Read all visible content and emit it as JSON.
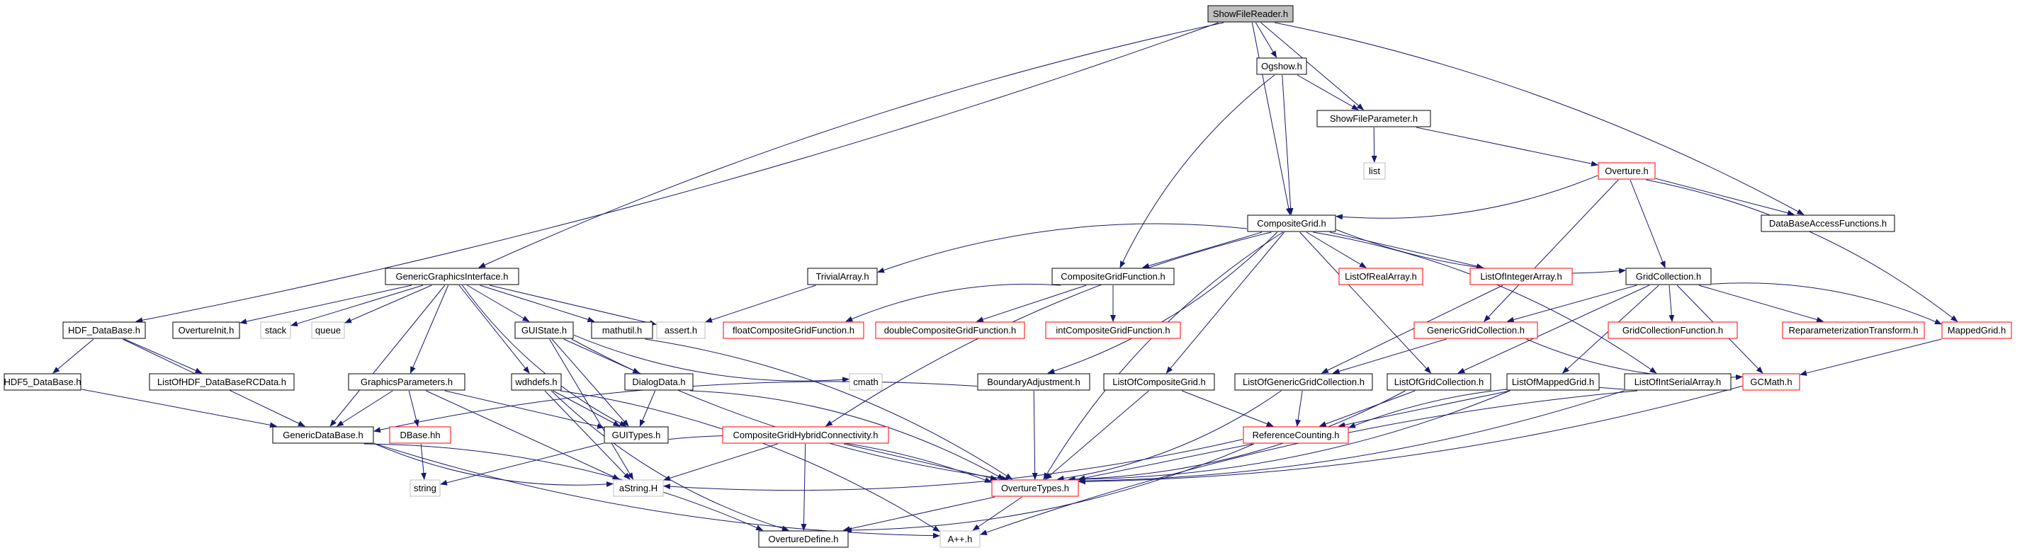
{
  "colors": {
    "edge": "#191970",
    "normal_border": "#000000",
    "incomplete_border": "#ff0000",
    "external_border": "#bfbfbf",
    "root_fill": "#bfbfbf",
    "node_fill": "#ffffff",
    "text": "#000000"
  },
  "nodes": [
    {
      "id": "showfilereader",
      "label": "ShowFileReader.h",
      "kind": "root"
    },
    {
      "id": "ogshow",
      "label": "Ogshow.h",
      "kind": "normal"
    },
    {
      "id": "showfileparameter",
      "label": "ShowFileParameter.h",
      "kind": "normal"
    },
    {
      "id": "list",
      "label": "list",
      "kind": "external"
    },
    {
      "id": "overture",
      "label": "Overture.h",
      "kind": "incomplete"
    },
    {
      "id": "dbaccess",
      "label": "DataBaseAccessFunctions.h",
      "kind": "normal"
    },
    {
      "id": "compositegrid",
      "label": "CompositeGrid.h",
      "kind": "normal"
    },
    {
      "id": "ggi",
      "label": "GenericGraphicsInterface.h",
      "kind": "normal"
    },
    {
      "id": "trivialarray",
      "label": "TrivialArray.h",
      "kind": "normal"
    },
    {
      "id": "cgfunction",
      "label": "CompositeGridFunction.h",
      "kind": "normal"
    },
    {
      "id": "listofrealarray",
      "label": "ListOfRealArray.h",
      "kind": "incomplete"
    },
    {
      "id": "listofintegerarray",
      "label": "ListOfIntegerArray.h",
      "kind": "incomplete"
    },
    {
      "id": "gridcollection",
      "label": "GridCollection.h",
      "kind": "normal"
    },
    {
      "id": "hdfdatabase",
      "label": "HDF_DataBase.h",
      "kind": "normal"
    },
    {
      "id": "overtureinit",
      "label": "OvertureInit.h",
      "kind": "normal"
    },
    {
      "id": "stack",
      "label": "stack",
      "kind": "external"
    },
    {
      "id": "queue",
      "label": "queue",
      "kind": "external"
    },
    {
      "id": "guistate",
      "label": "GUIState.h",
      "kind": "normal"
    },
    {
      "id": "mathutil",
      "label": "mathutil.h",
      "kind": "normal"
    },
    {
      "id": "assert",
      "label": "assert.h",
      "kind": "external"
    },
    {
      "id": "floatcgf",
      "label": "floatCompositeGridFunction.h",
      "kind": "incomplete"
    },
    {
      "id": "doublecgf",
      "label": "doubleCompositeGridFunction.h",
      "kind": "incomplete"
    },
    {
      "id": "intcgf",
      "label": "intCompositeGridFunction.h",
      "kind": "incomplete"
    },
    {
      "id": "genericgridcollection",
      "label": "GenericGridCollection.h",
      "kind": "incomplete"
    },
    {
      "id": "gridcollectionfunction",
      "label": "GridCollectionFunction.h",
      "kind": "incomplete"
    },
    {
      "id": "reparam",
      "label": "ReparameterizationTransform.h",
      "kind": "incomplete"
    },
    {
      "id": "mappedgrid",
      "label": "MappedGrid.h",
      "kind": "incomplete"
    },
    {
      "id": "hdf5database",
      "label": "HDF5_DataBase.h",
      "kind": "normal"
    },
    {
      "id": "listofhdf",
      "label": "ListOfHDF_DataBaseRCData.h",
      "kind": "normal"
    },
    {
      "id": "graphicsparameters",
      "label": "GraphicsParameters.h",
      "kind": "normal"
    },
    {
      "id": "wdhdefs",
      "label": "wdhdefs.h",
      "kind": "normal"
    },
    {
      "id": "dialogdata",
      "label": "DialogData.h",
      "kind": "normal"
    },
    {
      "id": "cmath",
      "label": "cmath",
      "kind": "external"
    },
    {
      "id": "boundaryadjustment",
      "label": "BoundaryAdjustment.h",
      "kind": "normal"
    },
    {
      "id": "listofcompositegrid",
      "label": "ListOfCompositeGrid.h",
      "kind": "normal"
    },
    {
      "id": "listofgenericgridcollection",
      "label": "ListOfGenericGridCollection.h",
      "kind": "normal"
    },
    {
      "id": "listofgridcollection",
      "label": "ListOfGridCollection.h",
      "kind": "normal"
    },
    {
      "id": "listofmappedgrid",
      "label": "ListOfMappedGrid.h",
      "kind": "normal"
    },
    {
      "id": "listofintserialarray",
      "label": "ListOfIntSerialArray.h",
      "kind": "normal"
    },
    {
      "id": "gcmath",
      "label": "GCMath.h",
      "kind": "incomplete"
    },
    {
      "id": "genericdatabase",
      "label": "GenericDataBase.h",
      "kind": "normal"
    },
    {
      "id": "dbase",
      "label": "DBase.hh",
      "kind": "incomplete"
    },
    {
      "id": "guitypes",
      "label": "GUITypes.h",
      "kind": "normal"
    },
    {
      "id": "cghybrid",
      "label": "CompositeGridHybridConnectivity.h",
      "kind": "incomplete"
    },
    {
      "id": "referencecounting",
      "label": "ReferenceCounting.h",
      "kind": "incomplete"
    },
    {
      "id": "string",
      "label": "string",
      "kind": "external"
    },
    {
      "id": "astring",
      "label": "aString.H",
      "kind": "external"
    },
    {
      "id": "overturetypes",
      "label": "OvertureTypes.h",
      "kind": "incomplete"
    },
    {
      "id": "overturedefine",
      "label": "OvertureDefine.h",
      "kind": "normal"
    },
    {
      "id": "aplusplus",
      "label": "A++.h",
      "kind": "external"
    }
  ],
  "edges": [
    [
      "showfilereader",
      "ogshow"
    ],
    [
      "showfilereader",
      "showfileparameter"
    ],
    [
      "showfilereader",
      "compositegrid"
    ],
    [
      "showfilereader",
      "dbaccess"
    ],
    [
      "showfilereader",
      "ggi"
    ],
    [
      "showfilereader",
      "hdfdatabase"
    ],
    [
      "ogshow",
      "showfileparameter"
    ],
    [
      "ogshow",
      "compositegrid"
    ],
    [
      "ogshow",
      "cgfunction"
    ],
    [
      "showfileparameter",
      "list"
    ],
    [
      "showfileparameter",
      "overture"
    ],
    [
      "overture",
      "compositegrid"
    ],
    [
      "overture",
      "dbaccess"
    ],
    [
      "overture",
      "gridcollection"
    ],
    [
      "overture",
      "genericgridcollection"
    ],
    [
      "overture",
      "mappedgrid"
    ],
    [
      "compositegrid",
      "trivialarray"
    ],
    [
      "compositegrid",
      "cgfunction"
    ],
    [
      "compositegrid",
      "listofrealarray"
    ],
    [
      "compositegrid",
      "listofintegerarray"
    ],
    [
      "compositegrid",
      "gridcollection"
    ],
    [
      "compositegrid",
      "boundaryadjustment"
    ],
    [
      "compositegrid",
      "listofcompositegrid"
    ],
    [
      "compositegrid",
      "listofgridcollection"
    ],
    [
      "compositegrid",
      "cghybrid"
    ],
    [
      "compositegrid",
      "listofintserialarray"
    ],
    [
      "compositegrid",
      "overturetypes"
    ],
    [
      "ggi",
      "overtureinit"
    ],
    [
      "ggi",
      "stack"
    ],
    [
      "ggi",
      "queue"
    ],
    [
      "ggi",
      "guistate"
    ],
    [
      "ggi",
      "mathutil"
    ],
    [
      "ggi",
      "assert"
    ],
    [
      "ggi",
      "graphicsparameters"
    ],
    [
      "ggi",
      "wdhdefs"
    ],
    [
      "ggi",
      "genericdatabase"
    ],
    [
      "ggi",
      "guitypes"
    ],
    [
      "trivialarray",
      "assert"
    ],
    [
      "cgfunction",
      "floatcgf"
    ],
    [
      "cgfunction",
      "doublecgf"
    ],
    [
      "cgfunction",
      "intcgf"
    ],
    [
      "listofintegerarray",
      "listofgenericgridcollection"
    ],
    [
      "gridcollection",
      "genericgridcollection"
    ],
    [
      "gridcollection",
      "gridcollectionfunction"
    ],
    [
      "gridcollection",
      "reparam"
    ],
    [
      "gridcollection",
      "mappedgrid"
    ],
    [
      "gridcollection",
      "listofgridcollection"
    ],
    [
      "gridcollection",
      "listofmappedgrid"
    ],
    [
      "gridcollection",
      "gcmath"
    ],
    [
      "genericgridcollection",
      "listofgenericgridcollection"
    ],
    [
      "genericgridcollection",
      "gcmath"
    ],
    [
      "mappedgrid",
      "gcmath"
    ],
    [
      "hdfdatabase",
      "hdf5database"
    ],
    [
      "hdfdatabase",
      "listofhdf"
    ],
    [
      "hdfdatabase",
      "genericdatabase"
    ],
    [
      "hdf5database",
      "genericdatabase"
    ],
    [
      "guistate",
      "dialogdata"
    ],
    [
      "guistate",
      "guitypes"
    ],
    [
      "guistate",
      "cmath"
    ],
    [
      "guistate",
      "astring"
    ],
    [
      "guistate",
      "overturetypes"
    ],
    [
      "mathutil",
      "overturetypes"
    ],
    [
      "graphicsparameters",
      "genericdatabase"
    ],
    [
      "graphicsparameters",
      "dbase"
    ],
    [
      "graphicsparameters",
      "guitypes"
    ],
    [
      "graphicsparameters",
      "astring"
    ],
    [
      "wdhdefs",
      "guitypes"
    ],
    [
      "wdhdefs",
      "astring"
    ],
    [
      "wdhdefs",
      "overturedefine"
    ],
    [
      "wdhdefs",
      "aplusplus"
    ],
    [
      "dialogdata",
      "guitypes"
    ],
    [
      "dialogdata",
      "overturetypes"
    ],
    [
      "boundaryadjustment",
      "genericdatabase"
    ],
    [
      "boundaryadjustment",
      "overturetypes"
    ],
    [
      "listofcompositegrid",
      "referencecounting"
    ],
    [
      "listofcompositegrid",
      "overturetypes"
    ],
    [
      "listofgenericgridcollection",
      "referencecounting"
    ],
    [
      "listofgenericgridcollection",
      "overturetypes"
    ],
    [
      "listofgridcollection",
      "referencecounting"
    ],
    [
      "listofgridcollection",
      "overturetypes"
    ],
    [
      "listofmappedgrid",
      "referencecounting"
    ],
    [
      "listofmappedgrid",
      "overturetypes"
    ],
    [
      "listofintserialarray",
      "referencecounting"
    ],
    [
      "listofintserialarray",
      "overturetypes"
    ],
    [
      "listofintserialarray",
      "aplusplus"
    ],
    [
      "gcmath",
      "overturetypes"
    ],
    [
      "genericdatabase",
      "astring"
    ],
    [
      "genericdatabase",
      "overturedefine"
    ],
    [
      "genericdatabase",
      "aplusplus"
    ],
    [
      "dbase",
      "string"
    ],
    [
      "guitypes",
      "string"
    ],
    [
      "guitypes",
      "overturetypes"
    ],
    [
      "cghybrid",
      "astring"
    ],
    [
      "cghybrid",
      "overturetypes"
    ],
    [
      "cghybrid",
      "overturedefine"
    ],
    [
      "referencecounting",
      "astring"
    ],
    [
      "referencecounting",
      "overturetypes"
    ],
    [
      "referencecounting",
      "overturedefine"
    ],
    [
      "overturetypes",
      "overturedefine"
    ],
    [
      "overturetypes",
      "aplusplus"
    ]
  ]
}
